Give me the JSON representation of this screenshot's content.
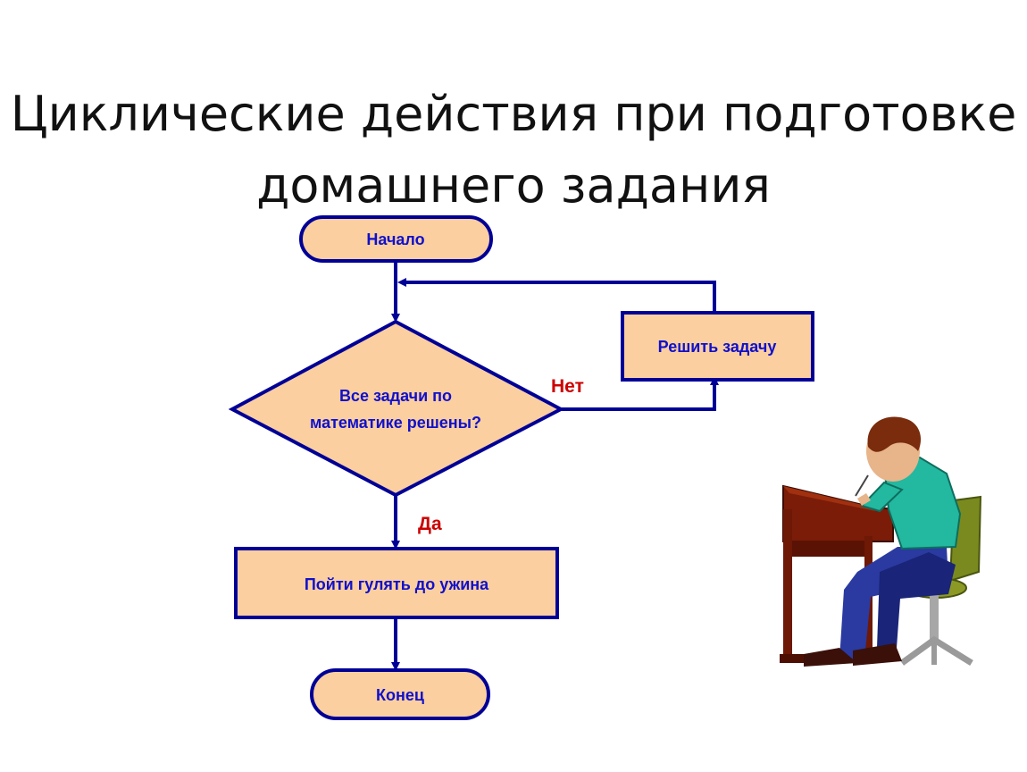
{
  "title": {
    "line1": "Циклические действия при подготовке",
    "line2": "домашнего задания"
  },
  "flowchart": {
    "start": "Начало",
    "condition_line1": "Все задачи по",
    "condition_line2": "математике решены?",
    "branch_no": "Нет",
    "branch_yes": "Да",
    "loop_action": "Решить задачу",
    "exit_action": "Пойти гулять до ужина",
    "end": "Конец"
  },
  "colors": {
    "node_fill": "#fbcf9f",
    "node_stroke": "#000096",
    "node_text": "#1010cc",
    "branch_text": "#cc0000",
    "arrow": "#000096"
  },
  "illustration": "student-doing-homework-clipart"
}
